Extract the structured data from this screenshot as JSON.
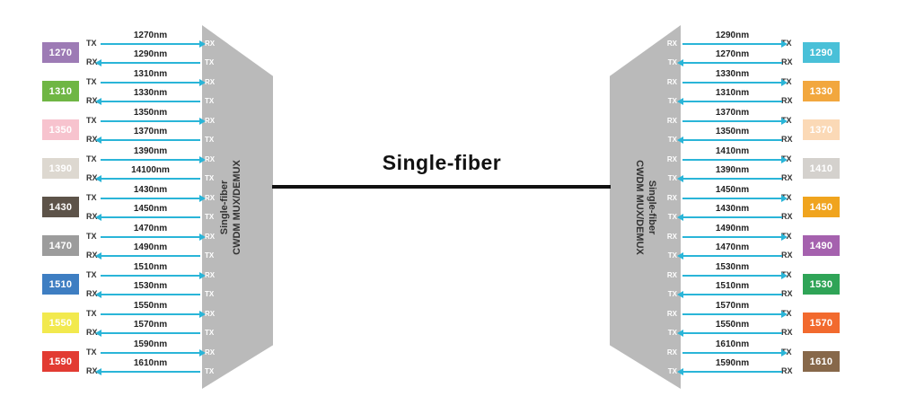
{
  "title": "Single-fiber",
  "labels": {
    "tx": "TX",
    "rx": "RX"
  },
  "mux": {
    "line1": "Single-fiber",
    "line2": "CWDM MUX/DEMUX"
  },
  "colors": {
    "arrow": "#2ab5d8",
    "mux_body": "#bababa",
    "fiber_line": "#111111"
  },
  "left": {
    "channels": [
      {
        "id": "1270",
        "color": "#9d7bb5",
        "tx_wavelength": "1270nm",
        "rx_wavelength": "1290nm"
      },
      {
        "id": "1310",
        "color": "#6fb644",
        "tx_wavelength": "1310nm",
        "rx_wavelength": "1330nm"
      },
      {
        "id": "1350",
        "color": "#f7c3ce",
        "tx_wavelength": "1350nm",
        "rx_wavelength": "1370nm"
      },
      {
        "id": "1390",
        "color": "#ddd8d0",
        "tx_wavelength": "1390nm",
        "rx_wavelength": "14100nm"
      },
      {
        "id": "1430",
        "color": "#5d5349",
        "tx_wavelength": "1430nm",
        "rx_wavelength": "1450nm"
      },
      {
        "id": "1470",
        "color": "#9c9c9c",
        "tx_wavelength": "1470nm",
        "rx_wavelength": "1490nm"
      },
      {
        "id": "1510",
        "color": "#3e7ec2",
        "tx_wavelength": "1510nm",
        "rx_wavelength": "1530nm"
      },
      {
        "id": "1550",
        "color": "#f2e94e",
        "tx_wavelength": "1550nm",
        "rx_wavelength": "1570nm"
      },
      {
        "id": "1590",
        "color": "#e23b32",
        "tx_wavelength": "1590nm",
        "rx_wavelength": "1610nm"
      }
    ]
  },
  "right": {
    "channels": [
      {
        "id": "1290",
        "color": "#49c0d8",
        "tx_wavelength": "1290nm",
        "rx_wavelength": "1270nm"
      },
      {
        "id": "1330",
        "color": "#f2a73e",
        "tx_wavelength": "1330nm",
        "rx_wavelength": "1310nm"
      },
      {
        "id": "1370",
        "color": "#fbd9b6",
        "tx_wavelength": "1370nm",
        "rx_wavelength": "1350nm"
      },
      {
        "id": "1410",
        "color": "#d4d1cd",
        "tx_wavelength": "1410nm",
        "rx_wavelength": "1390nm"
      },
      {
        "id": "1450",
        "color": "#f0a41e",
        "tx_wavelength": "1450nm",
        "rx_wavelength": "1430nm"
      },
      {
        "id": "1490",
        "color": "#a561ae",
        "tx_wavelength": "1490nm",
        "rx_wavelength": "1470nm"
      },
      {
        "id": "1530",
        "color": "#2fa457",
        "tx_wavelength": "1530nm",
        "rx_wavelength": "1510nm"
      },
      {
        "id": "1570",
        "color": "#f26a2e",
        "tx_wavelength": "1570nm",
        "rx_wavelength": "1550nm"
      },
      {
        "id": "1610",
        "color": "#87684a",
        "tx_wavelength": "1610nm",
        "rx_wavelength": "1590nm"
      }
    ]
  }
}
